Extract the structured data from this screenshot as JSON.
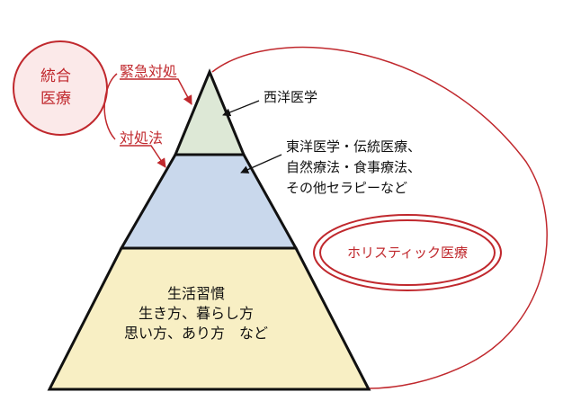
{
  "diagram": {
    "colors": {
      "red": "#c0282d",
      "outline": "#111111",
      "tier_top": "#dde8d6",
      "tier_middle": "#c9d8ec",
      "tier_bottom": "#f8efc4",
      "circle_fill": "#fbe9e9"
    },
    "integrated_medicine": {
      "lines": [
        "統合",
        "医療"
      ]
    },
    "emergency_response": "緊急対処",
    "coping_method": "対処法",
    "western_medicine": "西洋医学",
    "eastern_medicine": {
      "lines": [
        "東洋医学・伝統医療、",
        "自然療法・食事療法、",
        "その他セラピーなど"
      ]
    },
    "holistic_medicine": "ホリスティック医療",
    "lifestyle": {
      "lines": [
        "生活習慣",
        "生き方、暮らし方",
        "思い方、あり方　など"
      ]
    }
  }
}
